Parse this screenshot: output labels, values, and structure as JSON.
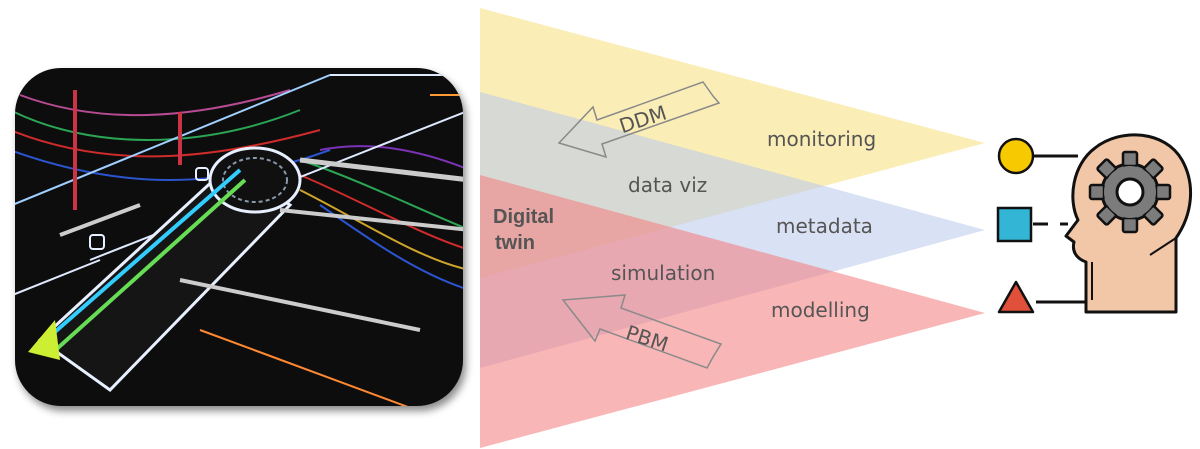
{
  "diagram": {
    "labels": {
      "monitoring": "monitoring",
      "data_viz": "data viz",
      "metadata": "metadata",
      "simulation": "simulation",
      "modelling": "modelling",
      "digital_twin_line1": "Digital",
      "digital_twin_line2": "twin",
      "ddm": "DDM",
      "pbm": "PBM"
    },
    "colors": {
      "yellow_beam": "#F6DE7A",
      "blue_beam": "#B9C9EC",
      "red_beam": "#F47A7A",
      "circle": "#F7C900",
      "square": "#33B5D6",
      "triangle": "#E1503A",
      "head": "#F2C7A7",
      "gear": "#7C7C7C",
      "panel_bg": "#0A0A0A"
    },
    "icons": {
      "circle": "circle-shape-icon",
      "square": "square-shape-icon",
      "triangle": "triangle-shape-icon",
      "head": "human-head-gear-icon"
    }
  }
}
